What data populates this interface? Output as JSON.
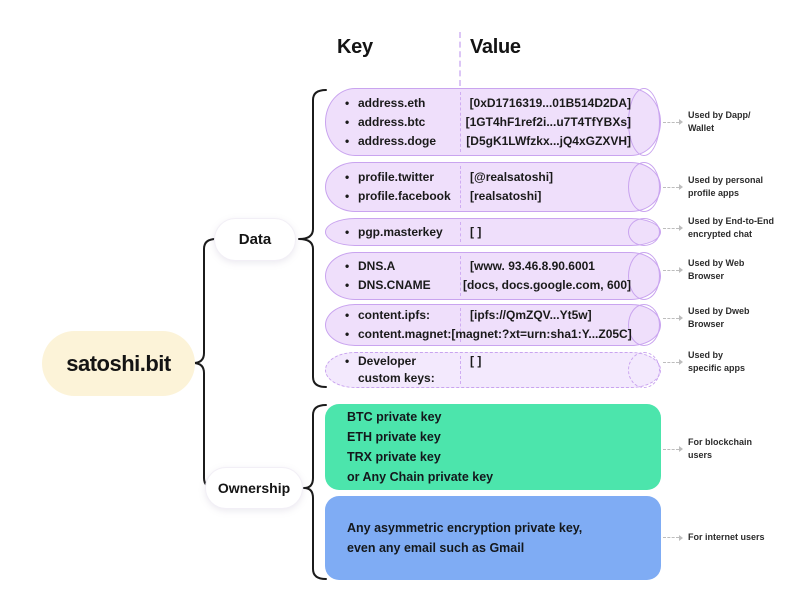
{
  "header": {
    "key_label": "Key",
    "value_label": "Value"
  },
  "root": {
    "label": "satoshi.bit"
  },
  "branches": {
    "data_label": "Data",
    "ownership_label": "Ownership"
  },
  "colors": {
    "purple_fill": "#EFDFFB",
    "purple_border": "#C9A4EF",
    "green": "#4CE5AC",
    "blue": "#7FACF4",
    "cream": "#FCF3D8"
  },
  "data_boxes": [
    {
      "lines": [
        {
          "key": "address.eth",
          "value": "[0xD1716319...01B514D2DA]"
        },
        {
          "key": "address.btc",
          "value": "[1GT4hF1ref2i...u7T4TfYBXs]"
        },
        {
          "key": "address.doge",
          "value": "[D5gK1LWfzkx...jQ4xGZXVH]"
        }
      ],
      "note_lines": [
        "Used by Dapp/",
        "Wallet"
      ]
    },
    {
      "lines": [
        {
          "key": "profile.twitter",
          "value": "[@realsatoshi]"
        },
        {
          "key": "profile.facebook",
          "value": "[realsatoshi]"
        }
      ],
      "note_lines": [
        "Used by personal",
        "profile apps"
      ]
    },
    {
      "lines": [
        {
          "key": "pgp.masterkey",
          "value": "[ ]"
        }
      ],
      "note_lines": [
        "Used by End-to-End",
        "encrypted chat"
      ]
    },
    {
      "lines": [
        {
          "key": "DNS.A",
          "value": "[www. 93.46.8.90.6001"
        },
        {
          "key": "DNS.CNAME",
          "value": "[docs, docs.google.com, 600]"
        }
      ],
      "note_lines": [
        "Used by Web",
        "Browser"
      ]
    },
    {
      "lines": [
        {
          "key": "content.ipfs:",
          "value": "[ipfs://QmZQV...Yt5w]"
        },
        {
          "key": "content.magnet:",
          "value": "[magnet:?xt=urn:sha1:Y...Z05C]"
        }
      ],
      "note_lines": [
        "Used by Dweb",
        "Browser"
      ]
    },
    {
      "lines": [
        {
          "key": "Developer custom keys:",
          "value": "[ ]"
        }
      ],
      "note_lines": [
        "Used by",
        "specific apps"
      ]
    }
  ],
  "ownership_boxes": [
    {
      "lines": [
        "BTC private key",
        "ETH private key",
        "TRX private key",
        "or Any Chain private key"
      ],
      "note_lines": [
        "For blockchain",
        "users"
      ]
    },
    {
      "lines": [
        "Any asymmetric encryption private key,",
        "even any email such as Gmail"
      ],
      "note_lines": [
        "For internet users"
      ]
    }
  ]
}
